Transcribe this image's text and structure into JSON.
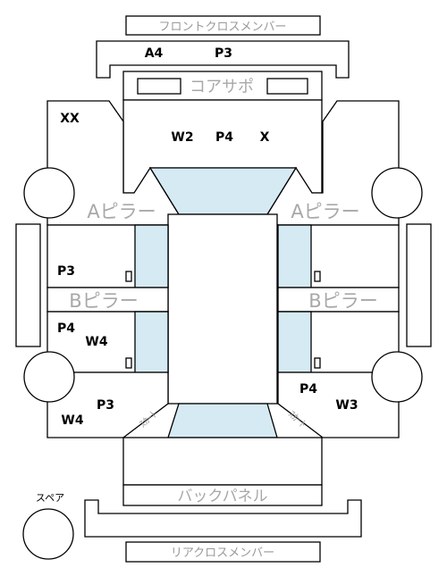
{
  "labels": {
    "front_cross_member": "フロントクロスメンバー",
    "core_support": "コアサポ",
    "a_pillar_left": "Aピラー",
    "a_pillar_right": "Aピラー",
    "b_pillar_left": "Bピラー",
    "b_pillar_right": "Bピラー",
    "skirt_left": "ｽｶｰﾄ",
    "skirt_right": "ｽｶｰﾄ",
    "back_panel": "バックパネル",
    "rear_cross_member": "リアクロスメンバー",
    "spare": "スペア"
  },
  "codes": {
    "front_a4": "A4",
    "front_p3": "P3",
    "front_left_xx": "XX",
    "hood_w2": "W2",
    "hood_p4": "P4",
    "hood_x": "X",
    "left_front_door_p3": "P3",
    "left_rear_door_p4": "P4",
    "left_rear_door_w4": "W4",
    "rear_left_p3": "P3",
    "rear_left_w4": "W4",
    "rear_right_p4": "P4",
    "rear_right_w3": "W3"
  },
  "colors": {
    "glass": "#d5eaf3",
    "outline": "#000000",
    "label_gray": "#999999"
  }
}
